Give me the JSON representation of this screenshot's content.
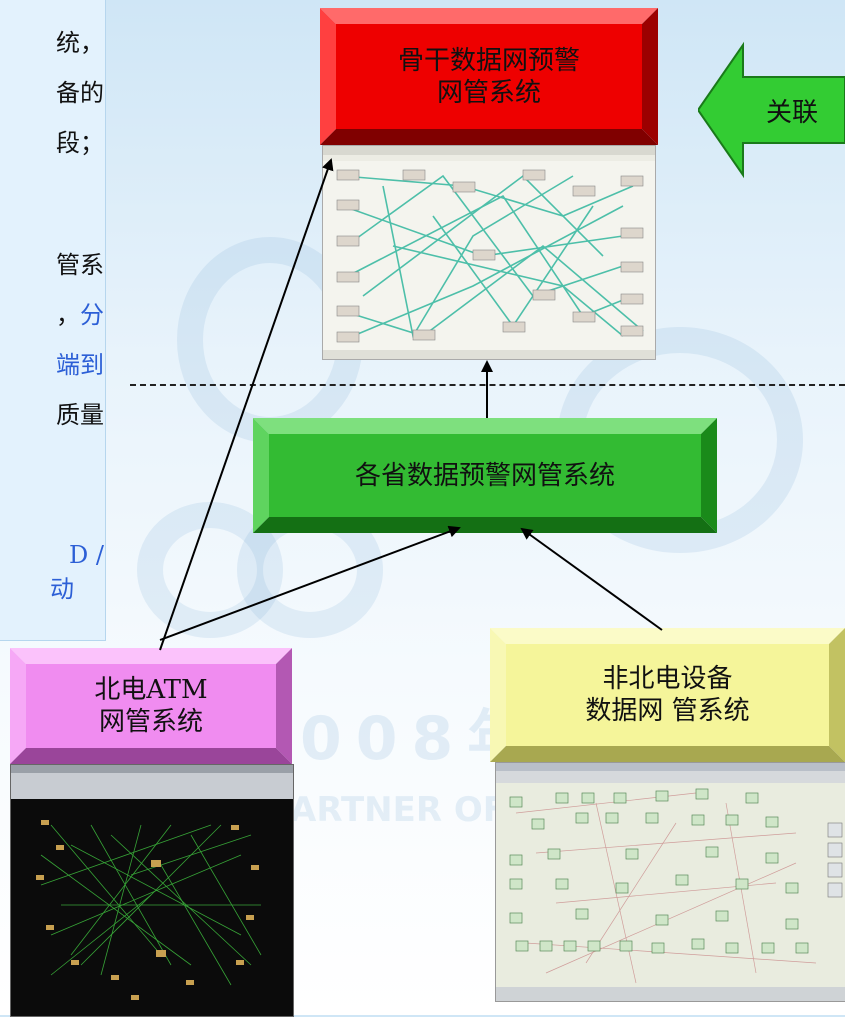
{
  "left_panel": {
    "lines": [
      {
        "text": "统，",
        "style": "black"
      },
      {
        "text": "备的",
        "style": "black"
      },
      {
        "text": "段；",
        "style": "black"
      },
      {
        "text": "管系",
        "style": "black"
      },
      {
        "text": "，分",
        "style": "mixed_blue_tail"
      },
      {
        "text": "端到",
        "style": "blue"
      },
      {
        "text": "质量",
        "style": "black"
      },
      {
        "text": "D /",
        "style": "blue"
      },
      {
        "text": "动",
        "style": "blue"
      }
    ]
  },
  "boxes": {
    "backbone": {
      "line1": "骨干数据网预警",
      "line2": "网管系统",
      "color": "#ee0000"
    },
    "provincial": {
      "label": "各省数据预警网管系统",
      "color": "#33bb33"
    },
    "nortel_atm": {
      "line1": "北电ATM",
      "line2": "网管系统",
      "color": "#f08cf0"
    },
    "non_nortel": {
      "line1": "非北电设备",
      "line2": "数据网 管系统",
      "color": "#f5f59a"
    }
  },
  "association_arrow": {
    "label": "关联",
    "color": "#33cc33"
  },
  "watermark": {
    "text1": "008年",
    "text2": "ARTNER OF"
  }
}
